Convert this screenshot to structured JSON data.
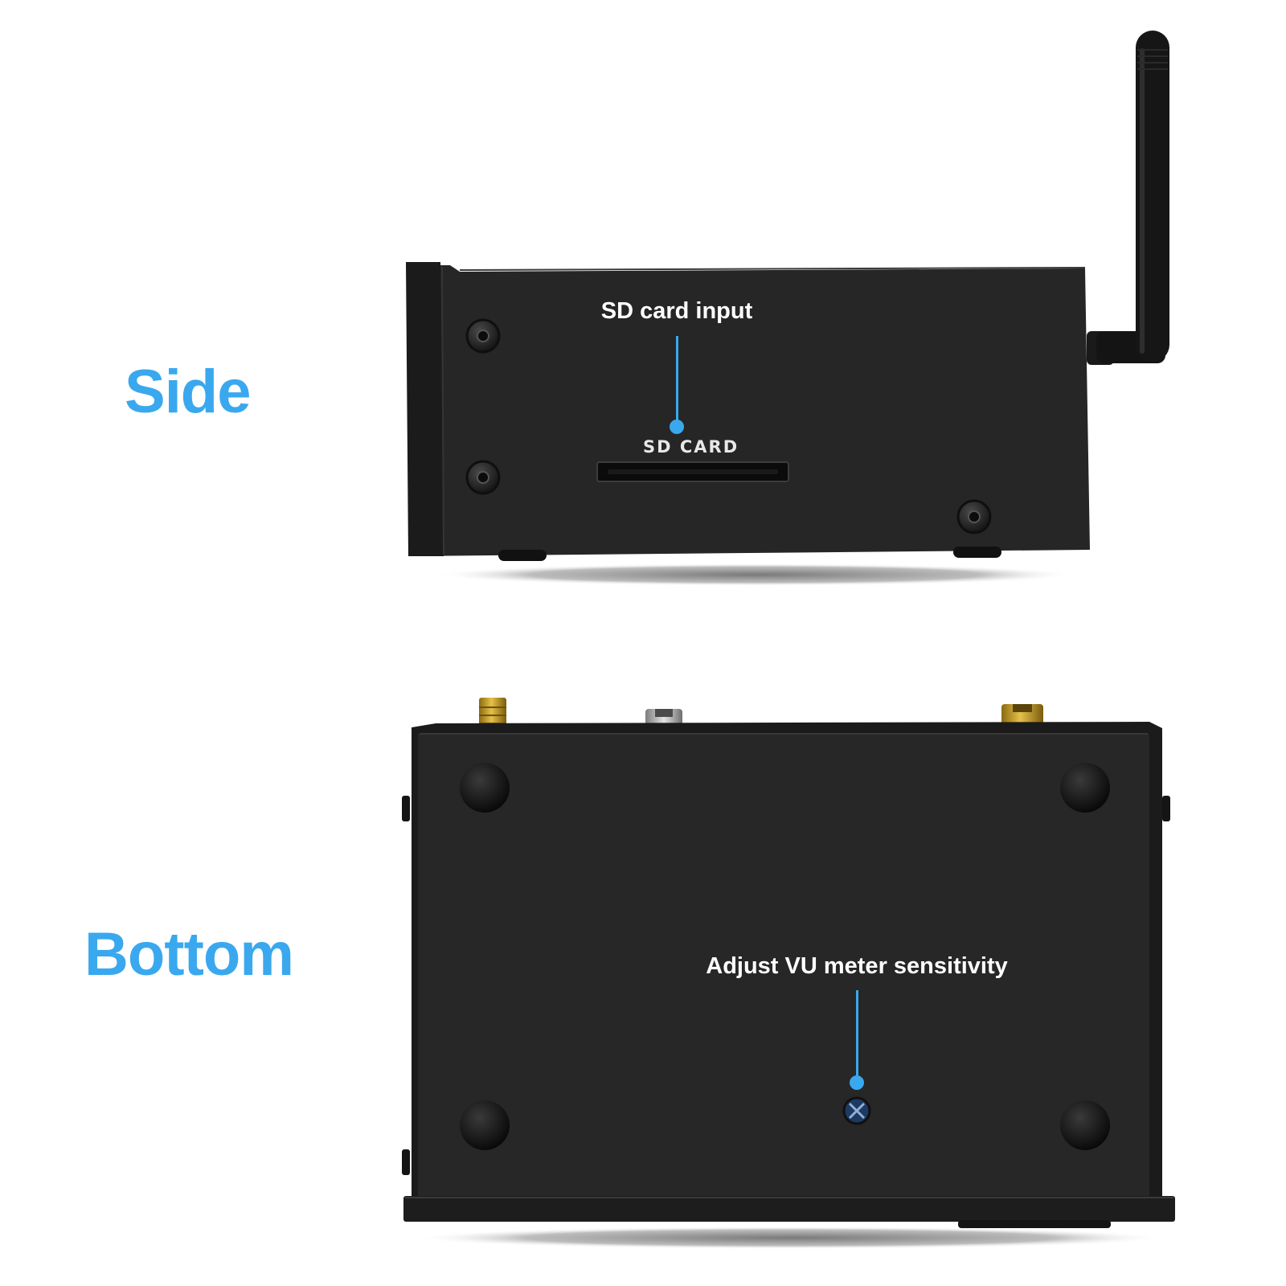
{
  "views": {
    "side": {
      "label": "Side",
      "callout": "SD card input",
      "slot_marking": "SD CARD"
    },
    "bottom": {
      "label": "Bottom",
      "callout": "Adjust VU meter sensitivity"
    }
  },
  "colors": {
    "accent": "#3aa8ee",
    "device": "#262626",
    "callout_text": "#ffffff",
    "background": "#ffffff"
  }
}
